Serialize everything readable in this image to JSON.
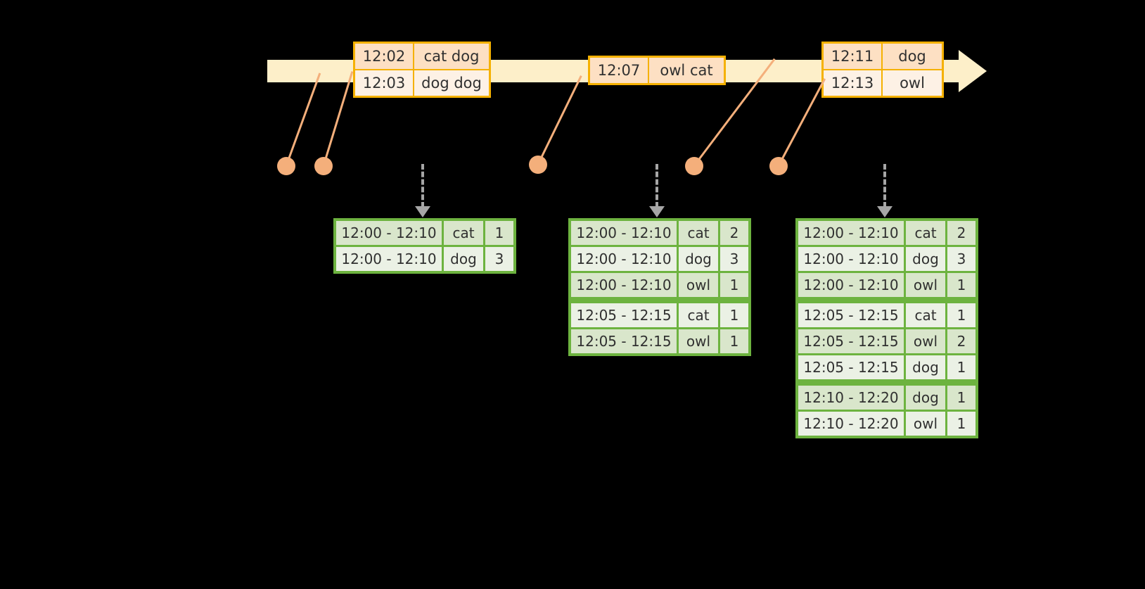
{
  "timeline": {
    "name": "event-timeline",
    "arrow_color": "#FDEFC9",
    "events": [
      {
        "id": "event-box-1",
        "rows": [
          {
            "time": "12:02",
            "words": "cat dog"
          },
          {
            "time": "12:03",
            "words": "dog dog"
          }
        ]
      },
      {
        "id": "event-box-2",
        "rows": [
          {
            "time": "12:07",
            "words": "owl cat"
          }
        ]
      },
      {
        "id": "event-box-3",
        "rows": [
          {
            "time": "12:11",
            "words": "dog"
          },
          {
            "time": "12:13",
            "words": "owl"
          }
        ]
      }
    ]
  },
  "markers": {
    "name": "event-dot-markers",
    "color": "#F4AF7B",
    "count": 5
  },
  "results": {
    "accent_color": "#6DB33F",
    "tables": [
      {
        "id": "result-table-1",
        "rows": [
          {
            "window": "12:00 - 12:10",
            "word": "cat",
            "count": "1",
            "group": 0
          },
          {
            "window": "12:00 - 12:10",
            "word": "dog",
            "count": "3",
            "group": 0
          }
        ]
      },
      {
        "id": "result-table-2",
        "rows": [
          {
            "window": "12:00 - 12:10",
            "word": "cat",
            "count": "2",
            "group": 0
          },
          {
            "window": "12:00 - 12:10",
            "word": "dog",
            "count": "3",
            "group": 0
          },
          {
            "window": "12:00 - 12:10",
            "word": "owl",
            "count": "1",
            "group": 0
          },
          {
            "window": "12:05 - 12:15",
            "word": "cat",
            "count": "1",
            "group": 1
          },
          {
            "window": "12:05 - 12:15",
            "word": "owl",
            "count": "1",
            "group": 1
          }
        ]
      },
      {
        "id": "result-table-3",
        "rows": [
          {
            "window": "12:00 - 12:10",
            "word": "cat",
            "count": "2",
            "group": 0
          },
          {
            "window": "12:00 - 12:10",
            "word": "dog",
            "count": "3",
            "group": 0
          },
          {
            "window": "12:00 - 12:10",
            "word": "owl",
            "count": "1",
            "group": 0
          },
          {
            "window": "12:05 - 12:15",
            "word": "cat",
            "count": "1",
            "group": 1
          },
          {
            "window": "12:05 - 12:15",
            "word": "owl",
            "count": "2",
            "group": 1
          },
          {
            "window": "12:05 - 12:15",
            "word": "dog",
            "count": "1",
            "group": 1
          },
          {
            "window": "12:10 - 12:20",
            "word": "dog",
            "count": "1",
            "group": 2
          },
          {
            "window": "12:10 - 12:20",
            "word": "owl",
            "count": "1",
            "group": 2
          }
        ]
      }
    ]
  }
}
